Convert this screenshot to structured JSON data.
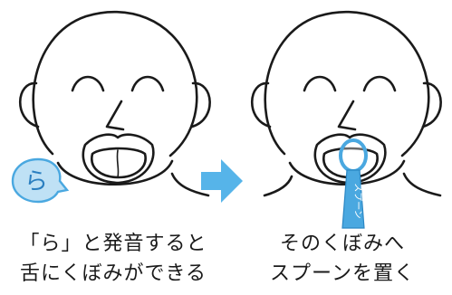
{
  "steps": [
    {
      "bubble_label": "ら",
      "caption_line1": "「ら」と発音すると",
      "caption_line2": "舌にくぼみができる"
    },
    {
      "spoon_label": "スプーン",
      "caption_line1": "そのくぼみへ",
      "caption_line2": "スプーンを置く"
    }
  ],
  "colors": {
    "outline": "#1a1a1a",
    "accent_blue": "#4aa8e0",
    "bubble_fill": "#bfe1f5",
    "arrow": "#56b4e9"
  },
  "icons": {
    "arrow": "right-arrow-icon"
  }
}
